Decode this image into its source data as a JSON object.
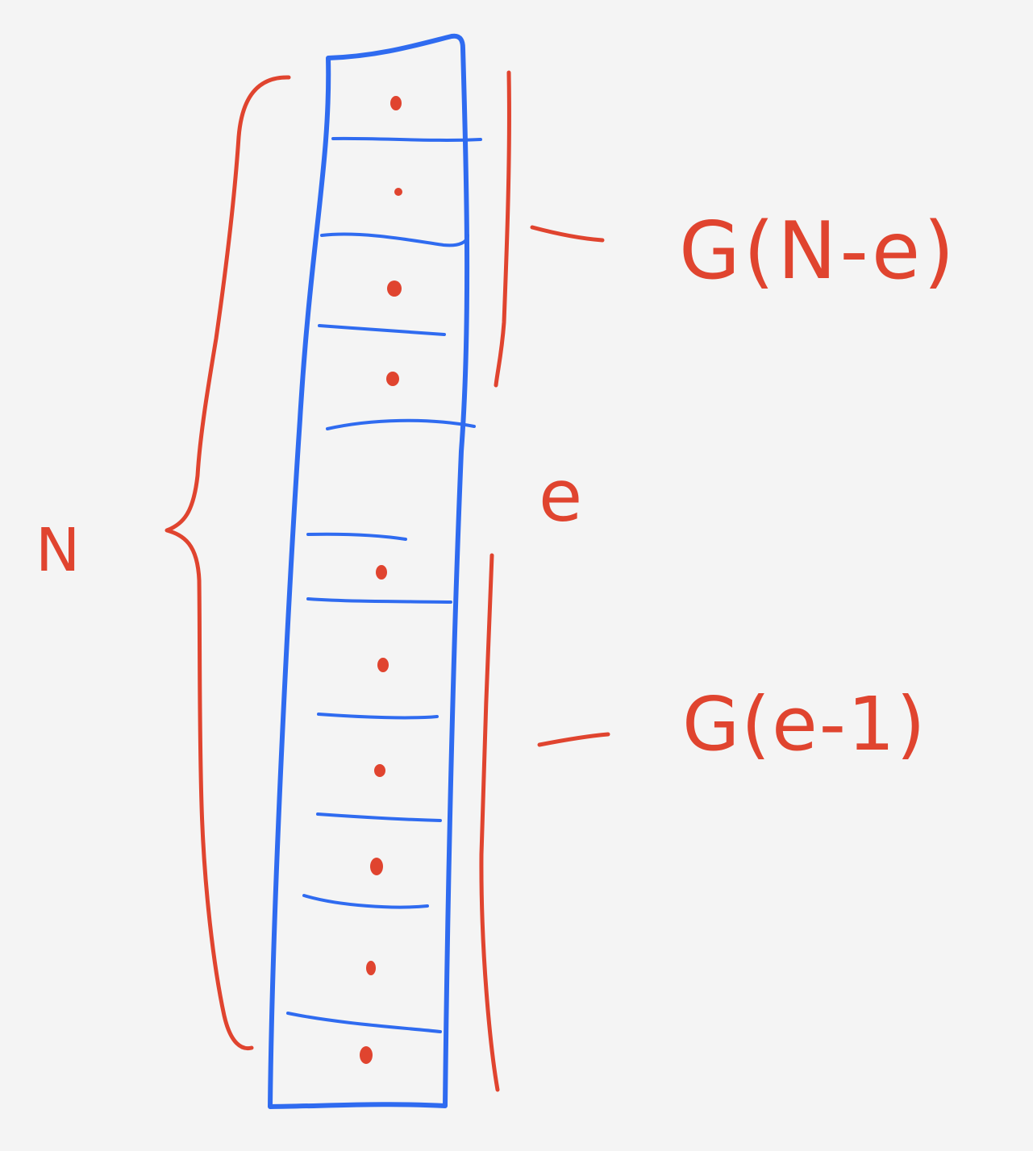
{
  "colors": {
    "background": "#f4f4f4",
    "column": "#2f6bf0",
    "annotation": "#e0442f"
  },
  "labels": {
    "total": "N",
    "element": "e",
    "upper_group": "G(N-e)",
    "lower_group": "G(e-1)"
  },
  "column": {
    "cells_above_gap": 4,
    "cells_below_gap": 6,
    "every_cell_has_dot": true
  }
}
